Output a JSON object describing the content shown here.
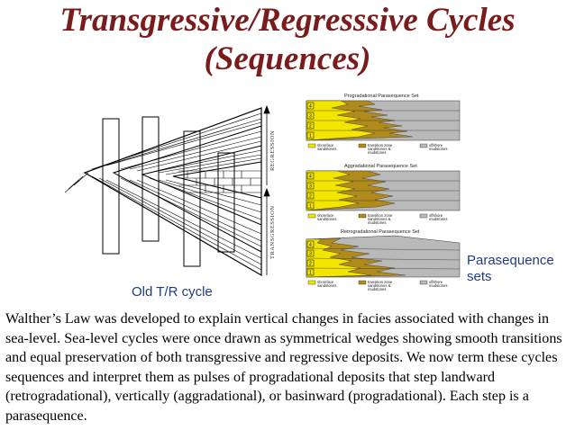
{
  "title": {
    "line1": "Transgressive/Regresssive Cycles",
    "line2": "(Sequences)"
  },
  "left_diagram": {
    "label_regression": "REGRESSION",
    "label_transgression": "TRANSGRESSION",
    "caption": "Old T/R cycle"
  },
  "right_diagram": {
    "panels": [
      {
        "title": "Progradational Parasequence Set"
      },
      {
        "title": "Aggradational Parasequence Set"
      },
      {
        "title": "Retrogradational Parasequence Set"
      }
    ],
    "numbers": [
      "4",
      "3",
      "2",
      "1"
    ],
    "legend": {
      "shoreface": "shoreface",
      "shoreface2": "sandstones",
      "transition": "transition zone",
      "transition2": "sandstones &",
      "transition3": "mudstones",
      "offshore": "offshore",
      "offshore2": "mudstones"
    },
    "caption_line1": "Parasequence",
    "caption_line2": "sets",
    "colors": {
      "shoreface": "#f2e600",
      "transition": "#b08a1a",
      "offshore": "#b9b9b9"
    }
  },
  "paragraph": "Walther’s Law was developed to explain vertical changes in facies associated with changes in sea-level.  Sea-level cycles were once drawn as symmetrical wedges showing smooth transitions and equal preservation of both transgressive and regressive deposits.  We now term these cycles sequences and interpret them as pulses of progradational deposits that step landward (retrogradational), vertically (aggradational), or basinward (progradational).  Each step is a parasequence."
}
